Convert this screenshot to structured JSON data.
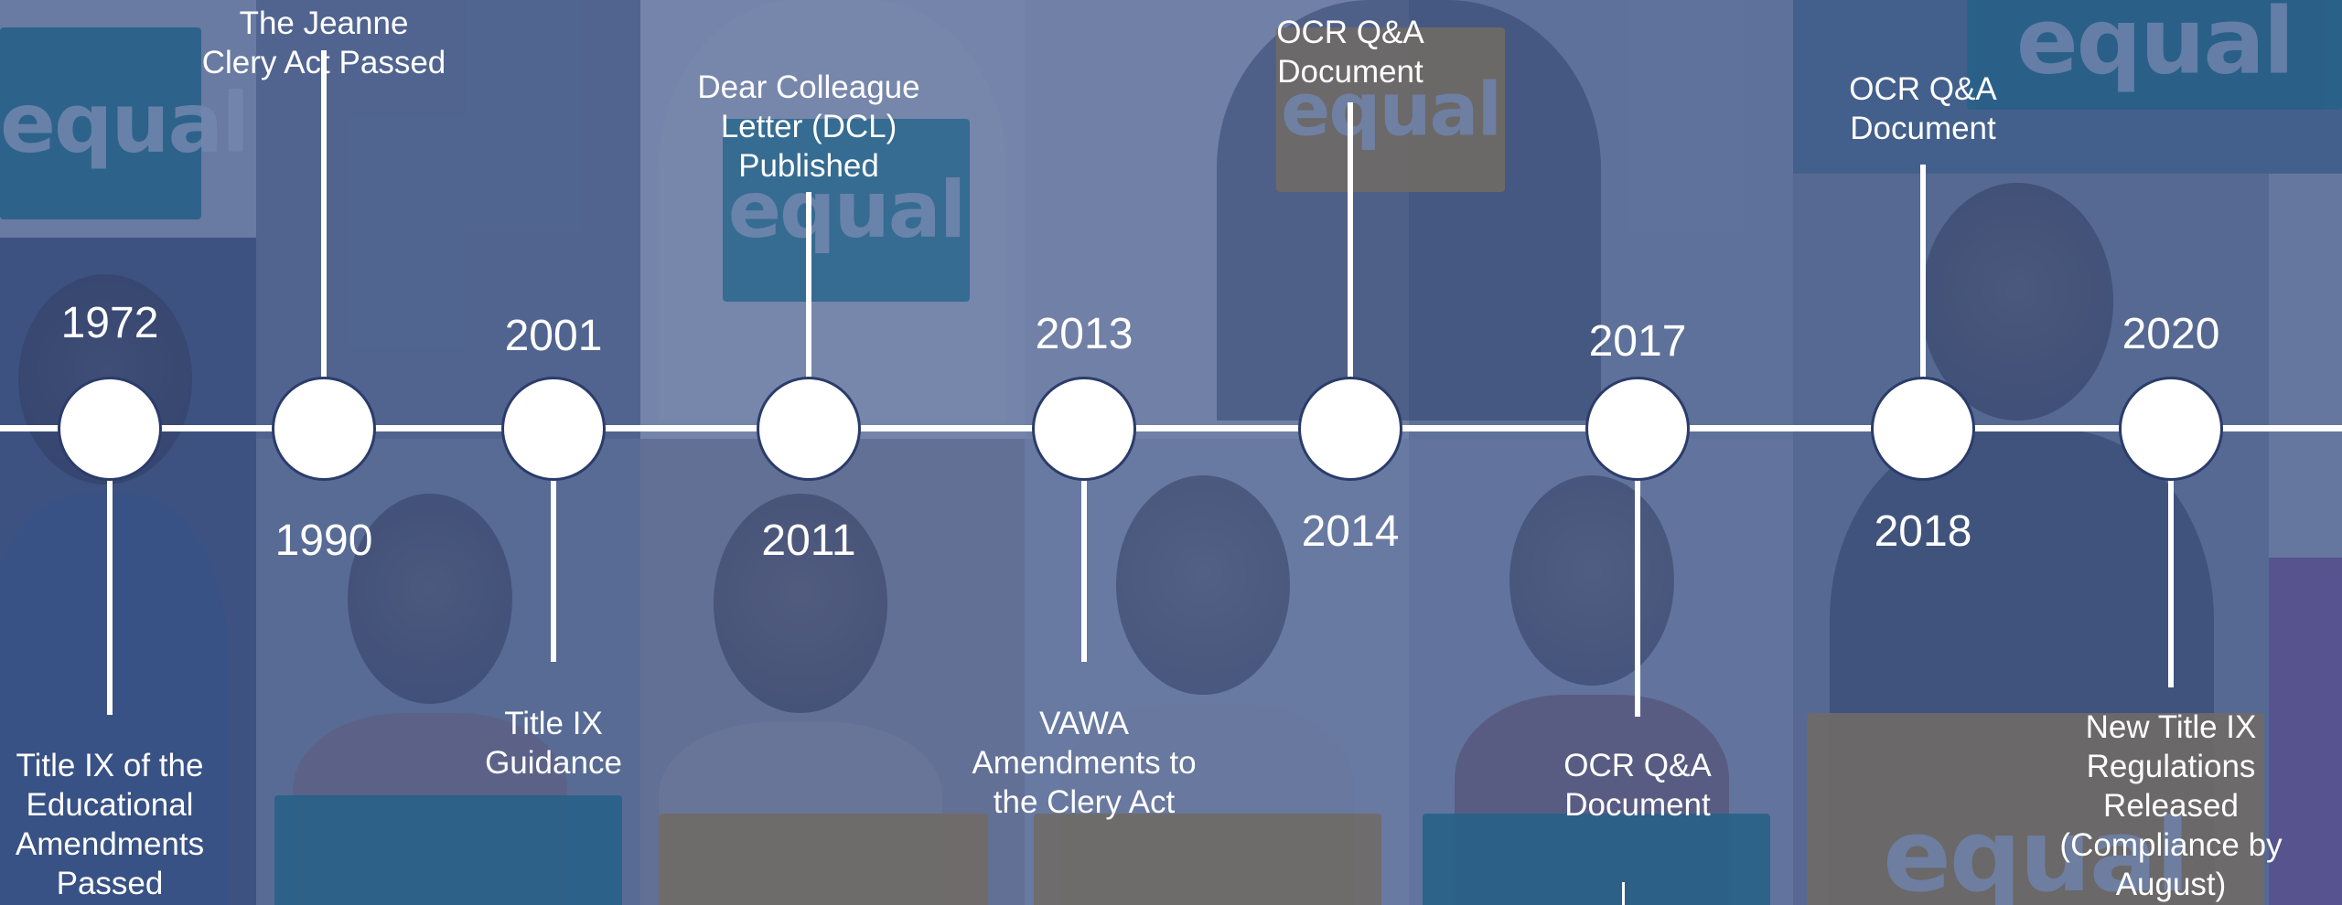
{
  "timeline": [
    {
      "year": "1972",
      "event_lines": [
        "Title IX of the",
        "Educational",
        "Amendments",
        "Passed"
      ]
    },
    {
      "year": "1990",
      "event_lines": [
        "The Jeanne",
        "Clery Act Passed"
      ]
    },
    {
      "year": "2001",
      "event_lines": [
        "Title IX",
        "Guidance"
      ]
    },
    {
      "year": "2011",
      "event_lines": [
        "Dear Colleague",
        "Letter (DCL)",
        "Published"
      ]
    },
    {
      "year": "2013",
      "event_lines": [
        "VAWA",
        "Amendments to",
        "the Clery Act"
      ]
    },
    {
      "year": "2014",
      "event_lines": [
        "OCR Q&A",
        "Document"
      ]
    },
    {
      "year": "2017",
      "event_lines": [
        "OCR Q&A",
        "Document"
      ]
    },
    {
      "year": "2018",
      "event_lines": [
        "OCR Q&A",
        "Document"
      ]
    },
    {
      "year": "2020",
      "event_lines": [
        "New Title IX",
        "Regulations Released",
        "(Compliance by",
        "August)"
      ]
    }
  ],
  "background": {
    "sign_text": "equal",
    "sign_colors": [
      "#3fa3a5",
      "#d6a545",
      "#2c8f95"
    ],
    "overlay_color": "#24407e"
  }
}
